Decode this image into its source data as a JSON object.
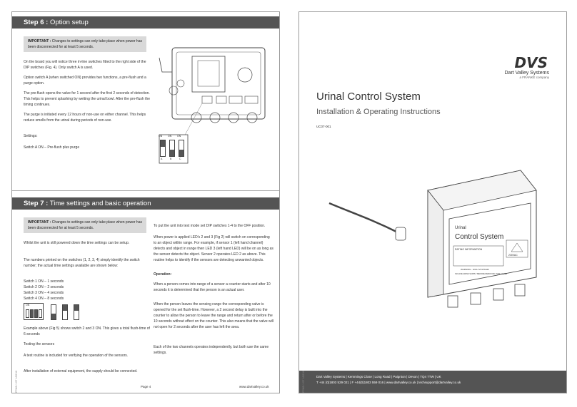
{
  "left": {
    "step6": {
      "label": "Step 6 :",
      "title": "Option setup",
      "note_bold": "IMPORTANT :",
      "note_text": "Changes to settings can only take place when power has been disconnected for at least 5 seconds.",
      "paragraphs": [
        "On the board you will notice three in-line switches fitted to the right side of the DIP switches (Fig. 4). Only switch A is used.",
        "Option switch A (when switched ON) provides two functions, a pre-flush and a purge option.",
        "The pre-flush opens the valve for 1 second after the first 2 seconds of detection. This helps to prevent splashing by wetting the urinal bowl. After the pre-flush the timing continues.",
        "The purge is initiated every 12 hours of non-use on either channel. This helps reduce smells from the urinal during periods of non-use.",
        "Settings:",
        "Switch A ON – Pre-flush plus purge"
      ],
      "switch_labels": [
        "ON",
        "ON",
        "ON"
      ],
      "switch_letters": [
        "A",
        "B",
        "C"
      ]
    },
    "step7": {
      "label": "Step 7 :",
      "title": "Time settings and basic operation",
      "note_bold": "IMPORTANT :",
      "note_text": "Changes to settings can only take place when power has been disconnected for at least 5 seconds.",
      "col1": [
        "Whilst the unit is still powered down the time settings can be setup.",
        "The numbers printed on the switches (1, 2, 3, 4) simply identify the switch number; the actual time settings available are shown below:",
        "Switch 1 ON – 1 seconds\nSwitch 2 ON – 2 seconds\nSwitch 3 ON – 4 seconds\nSwitch 4 ON – 8 seconds",
        "Example above (Fig 5) shows switch 2 and 3 ON. This gives a total flush-time of 6 seconds",
        "Testing the sensors",
        "A test routine is included for verifying the operation of the sensors.",
        "After installation of external equipment, the supply should be connected."
      ],
      "col2": [
        "To put the unit into test mode set DIP switches 1-4 to the OFF position.",
        "When power is applied LED's 2 and 3 (Fig 2) will switch on corresponding to an object within range. For example, if sensor 1 (left hand channel) detects and object in range then LED 3 (left hand LED) will be on as long as the sensor detects the object. Sensor 2 operates LED 2 as above. This routine helps to identify if the sensors are detecting unwanted objects.",
        "Operation:",
        "When a person comes into range of a sensor a counter starts and after 10 seconds it is determined that the person is an actual user.",
        "When the person leaves the sensing range the corresponding valve is opened for the set flush-time. However, a 2 second delay is built into the counter to allow the person to leave the range and return after or before the 10 seconds without effect on the counter. This also means that the valve will not open for 2 seconds after the user has left the area.",
        "Each of the two channels operates independently, but both use the same settings."
      ],
      "dip_label": "ON"
    },
    "footer_page": "Page 4",
    "footer_url": "www.dartvalley.co.uk",
    "side_code": "PPMS-1 ST 1/06/18"
  },
  "right": {
    "brand_name": "Dart Valley Systems",
    "brand_sub": "a FRANKE company",
    "logo_text": "DVS",
    "title": "Urinal Control System",
    "subtitle": "Installation & Operating Instructions",
    "code": "UC07-001",
    "box_small": "Urinal",
    "box_big": "Control System",
    "rating": "RATING INFORMATION",
    "voltage": "230VAC",
    "warning": "WARNING - HIGH VOLTAGE!",
    "isolate": "ISOLATE MAINS SUPPLY BEFORE REMOVING THIS COVER",
    "footer_line1": "Dart Valley Systems | Kemmings Close | Long Road | Paignton | Devon | TQ4 7TW | UK",
    "footer_line2": "T +44 (0)1803 529 021 | F +44(0)1803 559 016 | www.dartvalley.co.uk | techsupport@dartvalley.co.uk",
    "side_code": "PPMS-1 ST 1/06/18"
  }
}
